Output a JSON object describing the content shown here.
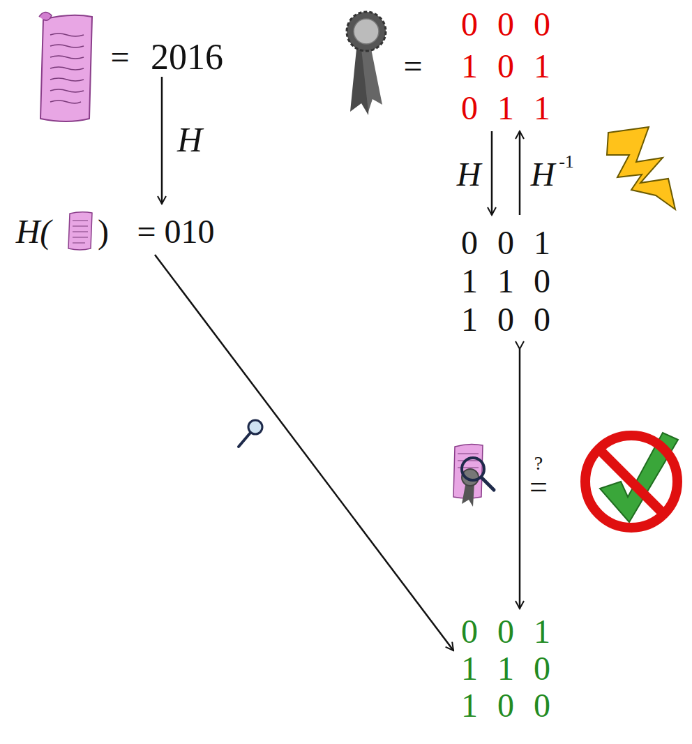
{
  "diagram": {
    "labels": [
      "=",
      "2016",
      "H",
      "=",
      "0 0 0",
      "1 0 1",
      "0 1 1",
      "H(",
      ")",
      "= 010",
      "H",
      "H",
      "-1",
      "0 0 1",
      "1 1 0",
      "1 0 0",
      "?",
      "=",
      "0 0 1",
      "1 1 0",
      "1 0 0"
    ]
  }
}
